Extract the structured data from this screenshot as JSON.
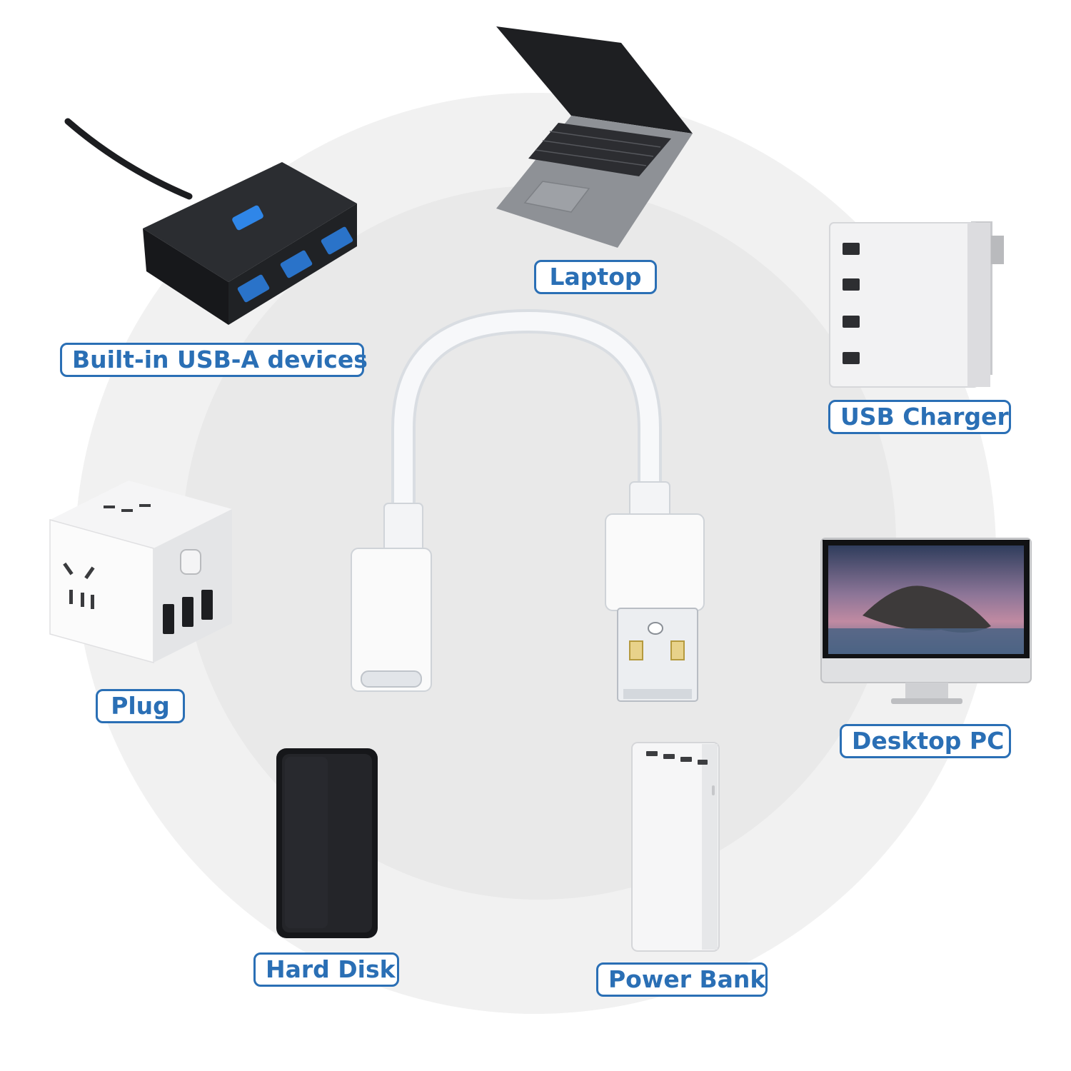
{
  "labels": {
    "laptop": "Laptop",
    "usb_hub": "Built-in USB-A devices",
    "usb_charger": "USB Charger",
    "plug": "Plug",
    "desktop_pc": "Desktop PC",
    "hard_disk": "Hard Disk",
    "power_bank": "Power Bank"
  },
  "colors": {
    "label_blue": "#2a6fb5",
    "circle_outer": "#f1f1f1",
    "circle_inner": "#e9e9e9"
  },
  "icons": [
    "usb-hub-icon",
    "laptop-icon",
    "usb-charger-icon",
    "plug-cube-icon",
    "desktop-pc-icon",
    "hard-disk-icon",
    "power-bank-icon",
    "usb-cable-icon"
  ]
}
